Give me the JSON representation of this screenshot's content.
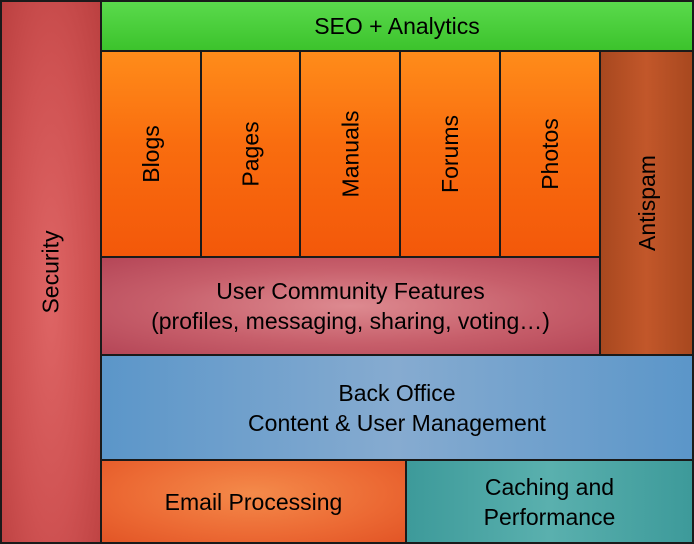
{
  "blocks": {
    "security": "Security",
    "seo": "SEO + Analytics",
    "features": [
      "Blogs",
      "Pages",
      "Manuals",
      "Forums",
      "Photos"
    ],
    "antispam": "Antispam",
    "community": {
      "line1": "User Community Features",
      "line2": "(profiles, messaging, sharing, voting…)"
    },
    "back_office": {
      "line1": "Back Office",
      "line2": "Content & User Management"
    },
    "email": "Email Processing",
    "caching": {
      "line1": "Caching and",
      "line2": "Performance"
    }
  },
  "colors": {
    "security": "#cf5252",
    "seo": "#4ccf3c",
    "features": "#f7700f",
    "antispam": "#b34f24",
    "community": "#c86070",
    "back_office": "#6fa0ce",
    "email": "#ec6a34",
    "caching": "#4ba5a4"
  }
}
